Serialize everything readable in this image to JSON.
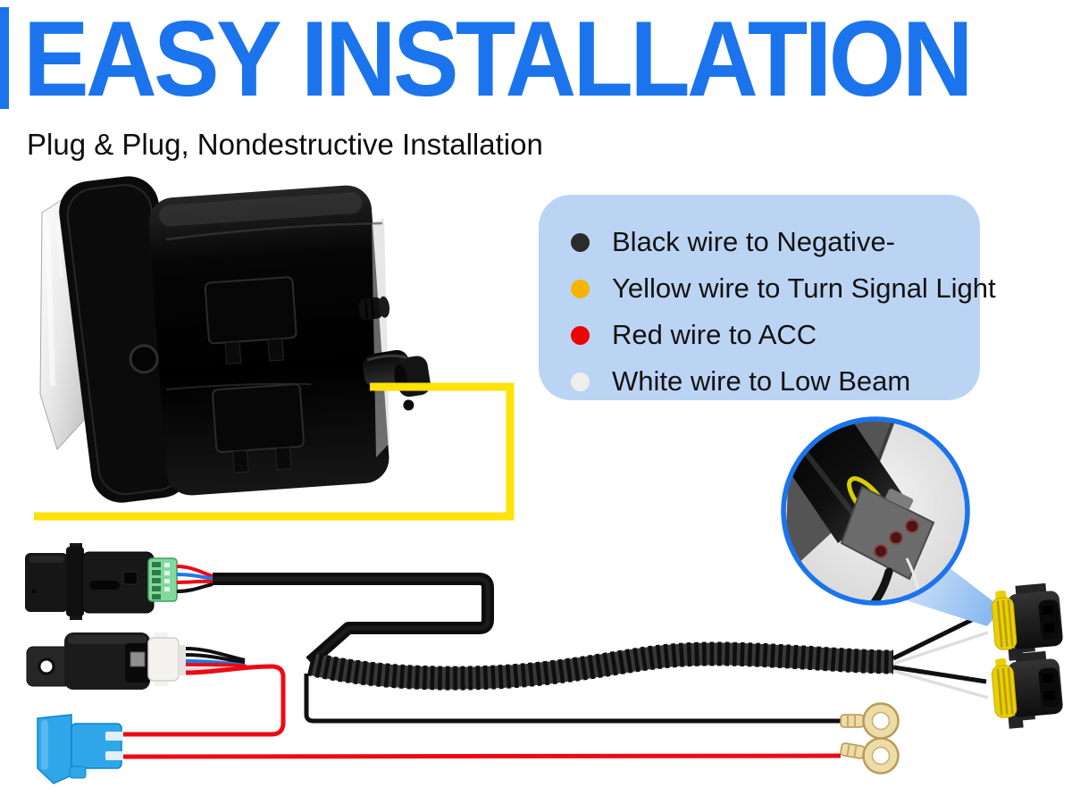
{
  "header": {
    "title": "EASY INSTALLATION",
    "subtitle": "Plug & Plug, Nondestructive Installation"
  },
  "wire_guide": {
    "items": [
      {
        "bullet": "black",
        "label": "Black wire to Negative-"
      },
      {
        "bullet": "yellow",
        "label": "Yellow wire to Turn Signal Light"
      },
      {
        "bullet": "red",
        "label": "Red wire to ACC"
      },
      {
        "bullet": "white",
        "label": "White wire to Low Beam"
      }
    ]
  },
  "colors": {
    "accent": "#1b74ec",
    "panel-bg": "#bcd4f4",
    "bullet-black": "#2b2b2b",
    "bullet-yellow": "#f6b400",
    "bullet-red": "#ee0202",
    "bullet-white": "#f1efec",
    "wire-yellow": "#ffe206",
    "wire-red": "#ee0914",
    "wire-blue": "#1a7ae8",
    "wire-black": "#101010",
    "wire-white": "#dedede",
    "connector-green": "#82d99c",
    "connector-blue": "#2fa6ea",
    "socket-yellow": "#e9cf06",
    "terminal-gold": "#ecdca6"
  }
}
